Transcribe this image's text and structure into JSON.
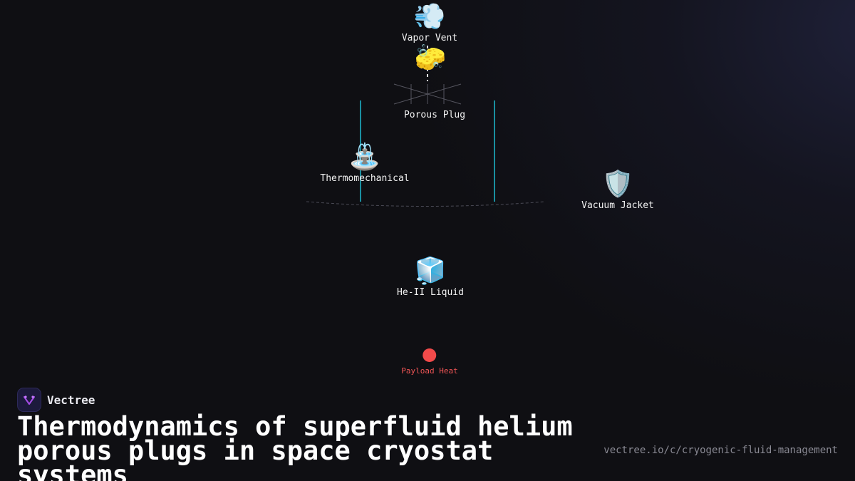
{
  "diagram": {
    "nodes": {
      "vapor_vent": {
        "emoji": "💨",
        "label": "Vapor Vent"
      },
      "sponge": {
        "emoji": "🧽"
      },
      "porous_plug": {
        "label": "Porous Plug"
      },
      "thermomechanical": {
        "emoji": "⛲",
        "label": "Thermomechanical"
      },
      "vacuum_jacket": {
        "emoji": "🛡️",
        "label": "Vacuum Jacket"
      },
      "he_liquid": {
        "emoji": "🧊",
        "label": "He-II Liquid"
      },
      "payload_heat": {
        "label": "Payload Heat"
      }
    },
    "colors": {
      "wall": "#1a8fa0",
      "heat": "#f24a4a",
      "mesh": "#55555f",
      "meniscus": "#4a4a55"
    }
  },
  "footer": {
    "brand_name": "Vectree",
    "title": "Thermodynamics of superfluid helium porous plugs in space cryostat systems",
    "url": "vectree.io/c/cryogenic-fluid-management"
  }
}
